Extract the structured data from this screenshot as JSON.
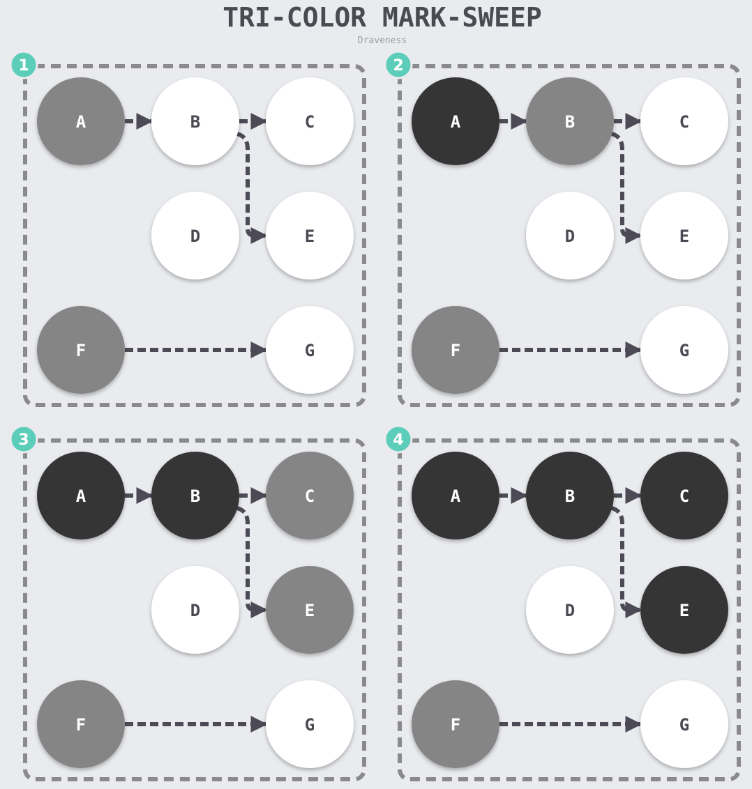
{
  "title": "TRI-COLOR MARK-SWEEP",
  "author": "Draveness",
  "colors": {
    "white": "#ffffff",
    "grey": "#858585",
    "black": "#363636",
    "badge": "#5ccdb9",
    "frame": "#8a8a8a",
    "arrow": "#4b4a55",
    "label_on_white": "#4a4a52",
    "label_on_dark": "#ffffff"
  },
  "edges": [
    {
      "from": "A",
      "to": "B"
    },
    {
      "from": "B",
      "to": "C"
    },
    {
      "from": "B",
      "to": "E"
    },
    {
      "from": "F",
      "to": "G"
    }
  ],
  "panels": [
    {
      "step": "1",
      "nodes": [
        {
          "id": "A",
          "label": "A",
          "color": "grey"
        },
        {
          "id": "B",
          "label": "B",
          "color": "white"
        },
        {
          "id": "C",
          "label": "C",
          "color": "white"
        },
        {
          "id": "D",
          "label": "D",
          "color": "white"
        },
        {
          "id": "E",
          "label": "E",
          "color": "white"
        },
        {
          "id": "F",
          "label": "F",
          "color": "grey"
        },
        {
          "id": "G",
          "label": "G",
          "color": "white"
        }
      ]
    },
    {
      "step": "2",
      "nodes": [
        {
          "id": "A",
          "label": "A",
          "color": "black"
        },
        {
          "id": "B",
          "label": "B",
          "color": "grey"
        },
        {
          "id": "C",
          "label": "C",
          "color": "white"
        },
        {
          "id": "D",
          "label": "D",
          "color": "white"
        },
        {
          "id": "E",
          "label": "E",
          "color": "white"
        },
        {
          "id": "F",
          "label": "F",
          "color": "grey"
        },
        {
          "id": "G",
          "label": "G",
          "color": "white"
        }
      ]
    },
    {
      "step": "3",
      "nodes": [
        {
          "id": "A",
          "label": "A",
          "color": "black"
        },
        {
          "id": "B",
          "label": "B",
          "color": "black"
        },
        {
          "id": "C",
          "label": "C",
          "color": "grey"
        },
        {
          "id": "D",
          "label": "D",
          "color": "white"
        },
        {
          "id": "E",
          "label": "E",
          "color": "grey"
        },
        {
          "id": "F",
          "label": "F",
          "color": "grey"
        },
        {
          "id": "G",
          "label": "G",
          "color": "white"
        }
      ]
    },
    {
      "step": "4",
      "nodes": [
        {
          "id": "A",
          "label": "A",
          "color": "black"
        },
        {
          "id": "B",
          "label": "B",
          "color": "black"
        },
        {
          "id": "C",
          "label": "C",
          "color": "black"
        },
        {
          "id": "D",
          "label": "D",
          "color": "white"
        },
        {
          "id": "E",
          "label": "E",
          "color": "black"
        },
        {
          "id": "F",
          "label": "F",
          "color": "grey"
        },
        {
          "id": "G",
          "label": "G",
          "color": "white"
        }
      ]
    }
  ]
}
